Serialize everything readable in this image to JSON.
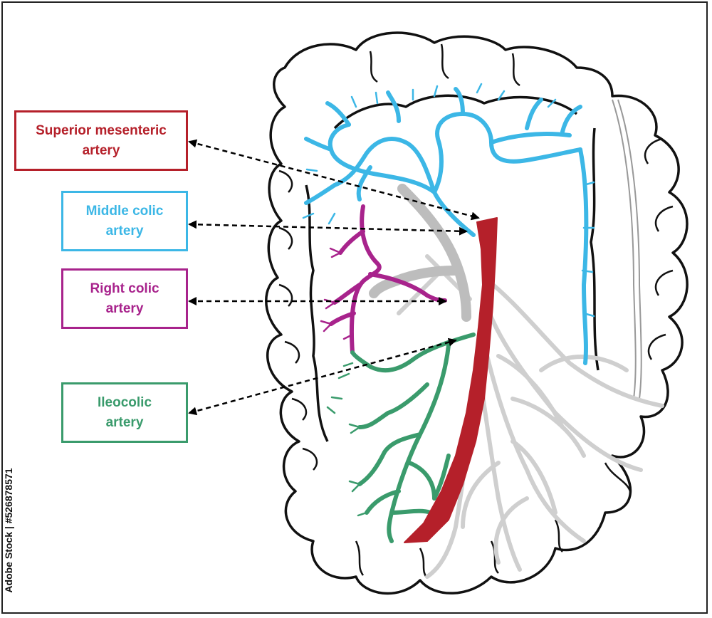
{
  "labels": {
    "sma": "Superior mesenteric\nartery",
    "mca": "Middle colic\nartery",
    "rca": "Right colic\nartery",
    "ica": "Ileocolic\nartery"
  },
  "credit": "Adobe Stock | #526878571",
  "colors": {
    "sma": "#b5202a",
    "mca": "#3cb7e6",
    "rca": "#a8238c",
    "ica": "#3a9b6c",
    "colon_outline": "#111111",
    "mesentery": "#cfcfcf",
    "vein": "#bdbdbd",
    "arrow": "#000000"
  }
}
